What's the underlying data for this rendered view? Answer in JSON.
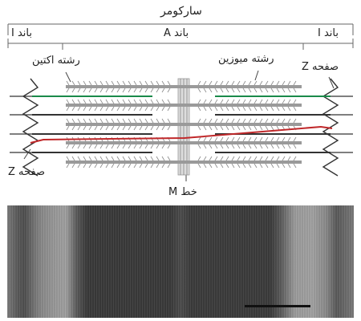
{
  "diagram": {
    "sarcomere_label": "سارکومر",
    "i_band_left_label": "باند I",
    "a_band_label": "باند A",
    "i_band_right_label": "باند I",
    "actin_label": "رشته اکتین",
    "myosin_label": "رشته میوزین",
    "z_disc_top_label": "صفحه Z",
    "z_disc_bottom_label": "صفحه Z",
    "m_line_label": "خط M"
  },
  "colors": {
    "line": "#555555",
    "thick_filament": "#9a9a9a",
    "actin_highlight": "#1a8a4a",
    "titin_highlight": "#c0282a",
    "m_line": "#bbbbbb"
  },
  "micrograph": {
    "scale_bar": true
  }
}
